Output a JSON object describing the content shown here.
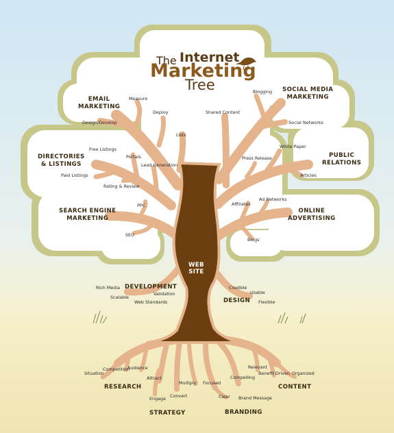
{
  "title": {
    "the": "The",
    "internet": "Internet",
    "marketing": "Marketing",
    "tree": "Tree"
  },
  "center_label": {
    "line1": "WEB",
    "line2": "SITE"
  },
  "categories": {
    "email_marketing": [
      "EMAIL",
      "MARKETING"
    ],
    "social_media_marketing": [
      "SOCIAL MEDIA",
      "MARKETING"
    ],
    "directories_listings": [
      "DIRECTORIES",
      "& LISTINGS"
    ],
    "public_relations": [
      "PUBLIC",
      "RELATIONS"
    ],
    "search_engine_marketing": [
      "SEARCH ENGINE",
      "MARKETING"
    ],
    "online_advertising": [
      "ONLINE",
      "ADVERTISING"
    ],
    "development": "DEVELOPMENT",
    "design": "DESIGN",
    "research": "RESEARCH",
    "strategy": "STRATEGY",
    "branding": "BRANDING",
    "content": "CONTENT"
  },
  "items": {
    "measure": "Measure",
    "deploy": "Deploy",
    "design_develop": "Design/Develop",
    "lists": "Lists",
    "shared_content": "Shared Content",
    "blogging": "Blogging",
    "social_networks": "Social Networks",
    "free_listings": "Free Listings",
    "portals": "Portals",
    "lead_generation": "Lead Generation",
    "paid_listings": "Paid Listings",
    "rating_review": "Rating & Review",
    "press_release": "Press Release",
    "white_paper": "White Paper",
    "articles": "Articles",
    "ppc": "PPC",
    "seo": "SEO",
    "affiliates": "Affiliates",
    "ad_networks": "Ad Networks",
    "blogs": "Blogs",
    "rich_media": "Rich Media",
    "scalable": "Scalable",
    "validation": "Validation",
    "web_standards": "Web Standards",
    "credible": "Credible",
    "usable": "Usable",
    "flexible": "Flexible",
    "situation": "Situation",
    "competition": "Competition",
    "audience": "Audience",
    "attract": "Attract",
    "engage": "Engage",
    "convert": "Convert",
    "multiply": "Multiply",
    "focused": "Focused",
    "clear": "Clear",
    "compelling": "Compelling",
    "brand_message": "Brand Message",
    "relevant": "Relevant",
    "benefit_driven": "Benefit Driven",
    "organized": "Organized"
  },
  "colors": {
    "sky_top": "#d7eaf6",
    "sky_bottom": "#f3eedb",
    "ground": "#f1e9b8",
    "canopy_back": "#c9c98c",
    "canopy_front": "#ffffff",
    "trunk": "#6b3f10",
    "bark_outline": "#e7b58c",
    "label_text": "#3b2a12"
  }
}
